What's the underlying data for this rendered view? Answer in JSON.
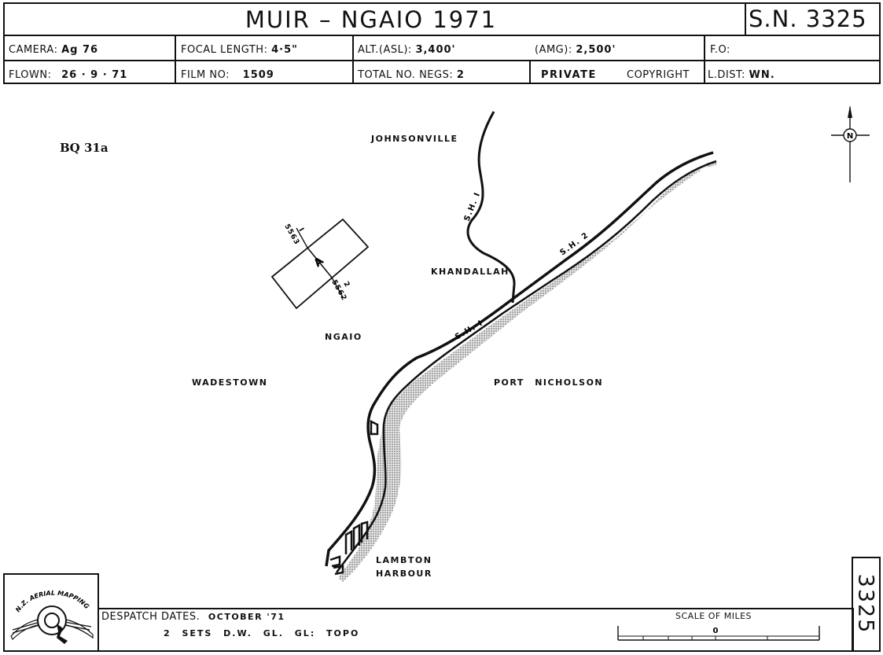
{
  "header": {
    "title": "MUIR – NGAIO 1971",
    "sn": "S.N. 3325",
    "camera_label": "CAMERA:",
    "camera_value": "Ag 76",
    "focal_label": "FOCAL LENGTH:",
    "focal_value": "4·5\"",
    "alt_label": "ALT.(ASL):",
    "alt_value": "3,400'",
    "amg_label": "(AMG):",
    "amg_value": "2,500'",
    "fo_label": "F.O:",
    "flown_label": "FLOWN:",
    "flown_value": "26 · 9 · 71",
    "film_label": "FILM NO:",
    "film_value": "1509",
    "negs_label": "TOTAL NO. NEGS:",
    "negs_value": "2",
    "private_label": "PRIVATE",
    "copyright_label": "COPYRIGHT",
    "ldist_label": "L.DIST:",
    "ldist_value": "WN."
  },
  "map": {
    "sheet_ref": "BQ 31a",
    "north_label": "N",
    "places": {
      "johnsonville": "JOHNSONVILLE",
      "khandallah": "KHANDALLAH",
      "ngaio": "NGAIO",
      "wadestown": "WADESTOWN",
      "port_nicholson": "PORT NICHOLSON",
      "lambton": "LAMBTON",
      "harbour": "HARBOUR"
    },
    "roads": {
      "sh1_north": "S.H. I",
      "sh2": "S.H. 2",
      "sh1_south": "S.H. I"
    },
    "flight_strip": {
      "letter": "A",
      "run_top": "I",
      "frame_top": "5563",
      "run_bottom": "2",
      "frame_bottom": "5562"
    }
  },
  "footer": {
    "logo_text": "N.Z. AERIAL MAPPING LTD",
    "despatch_label": "DESPATCH DATES.",
    "despatch_value": "OCTOBER '71",
    "sets_line": "2 SETS D.W. GL. GL: TOPO",
    "scale_label": "SCALE OF MILES",
    "scale_zero": "0",
    "side_number": "3325"
  }
}
